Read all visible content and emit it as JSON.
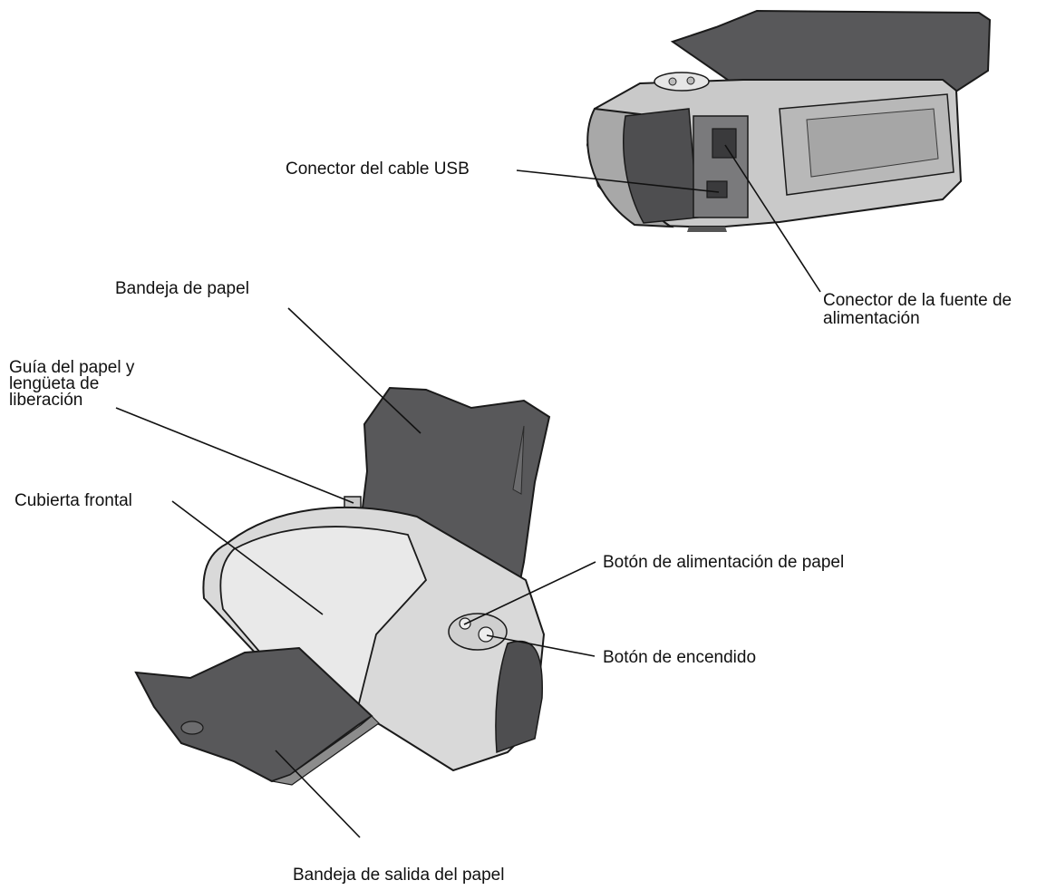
{
  "labels": {
    "usb": "Conector del cable USB",
    "power_line1": "Conector de la fuente de",
    "power_line2": "alimentación",
    "tray": "Bandeja de papel",
    "guide_line1": "Guía del papel y",
    "guide_line2": "lengüeta de",
    "guide_line3": "liberación",
    "cover": "Cubierta frontal",
    "feed_button": "Botón de alimentación de papel",
    "power_button": "Botón de encendido",
    "output_tray": "Bandeja de salida del papel"
  },
  "colors": {
    "paper_dark": "#58585a",
    "body_light": "#d9d9d9",
    "body_mid": "#b5b5b5",
    "body_shadow": "#8c8c8c",
    "outline": "#1a1a1a"
  }
}
